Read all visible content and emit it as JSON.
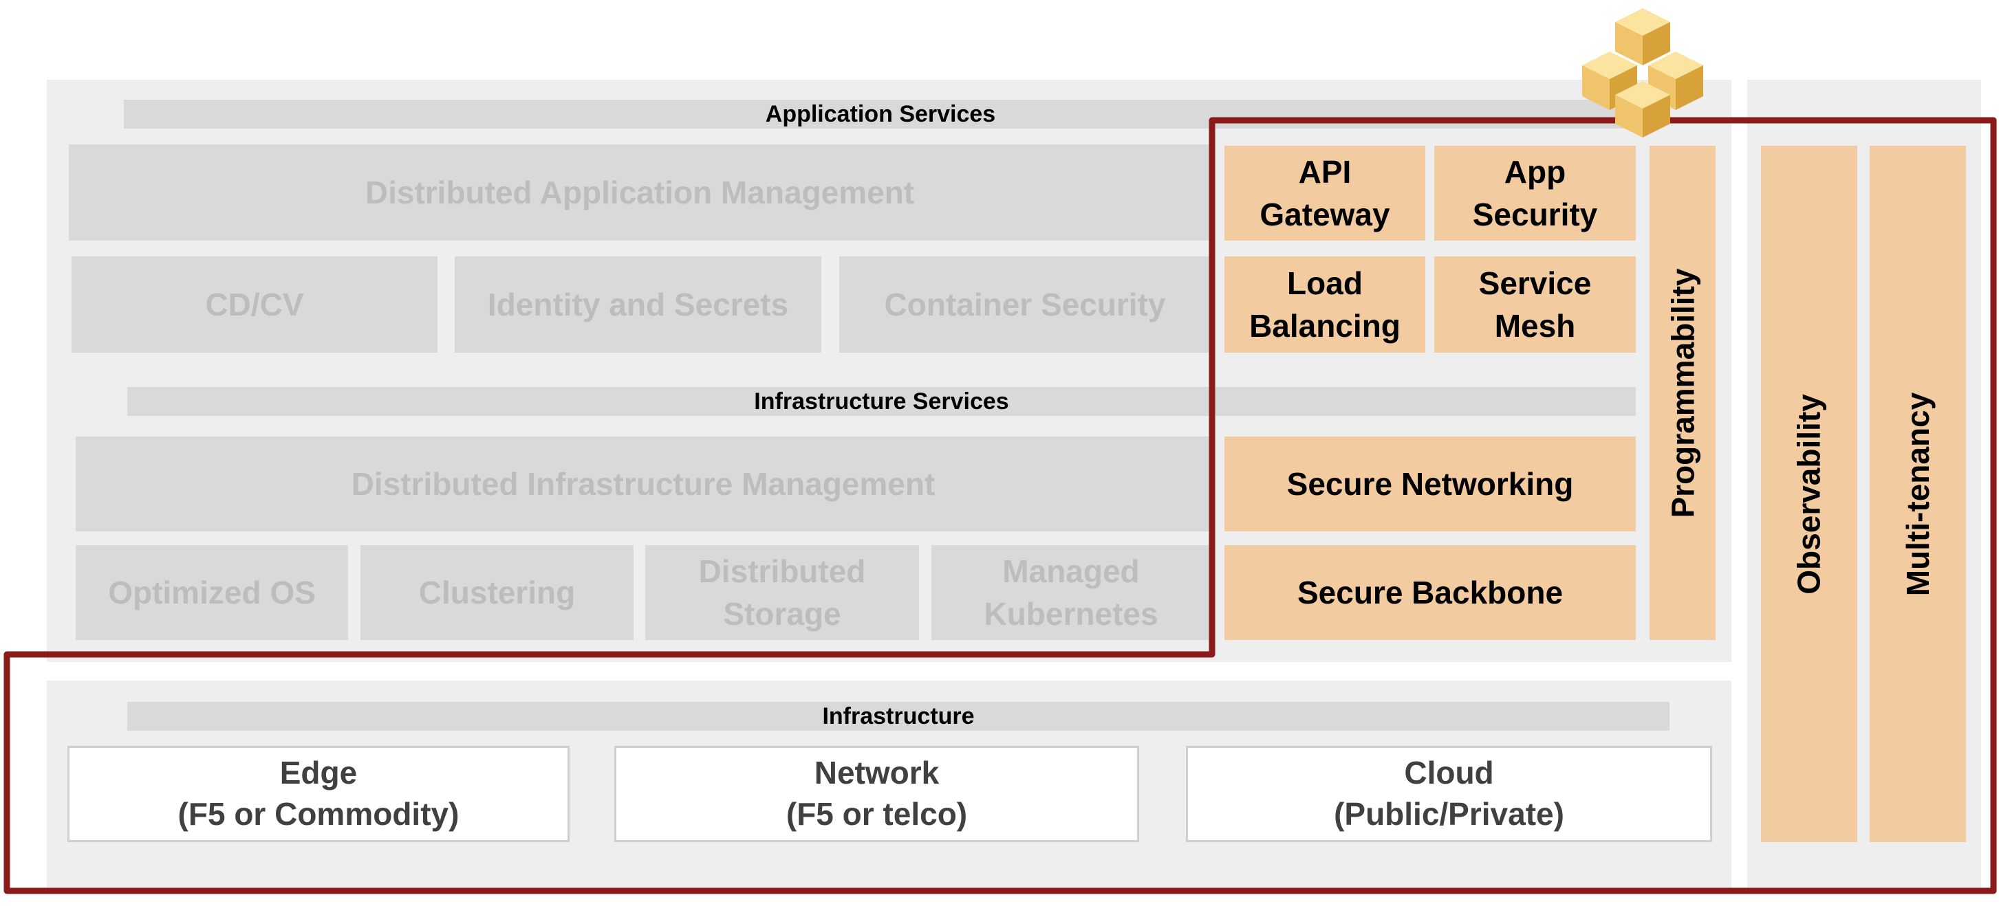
{
  "application_services": {
    "title": "Application Services",
    "distributed_app_mgmt": "Distributed Application Management",
    "cdcv": "CD/CV",
    "identity": "Identity and Secrets",
    "container_security": "Container Security",
    "api_gateway": "API\nGateway",
    "app_security": "App\nSecurity",
    "load_balancing": "Load\nBalancing",
    "service_mesh": "Service\nMesh"
  },
  "infrastructure_services": {
    "title": "Infrastructure Services",
    "distributed_infra_mgmt": "Distributed Infrastructure Management",
    "optimized_os": "Optimized OS",
    "clustering": "Clustering",
    "distributed_storage": "Distributed\nStorage",
    "managed_kubernetes": "Managed\nKubernetes",
    "secure_networking": "Secure Networking",
    "secure_backbone": "Secure Backbone"
  },
  "programmability": "Programmability",
  "observability": "Observability",
  "multi_tenancy": "Multi-tenancy",
  "infrastructure": {
    "title": "Infrastructure",
    "edge": "Edge\n(F5 or Commodity)",
    "network": "Network\n(F5 or telco)",
    "cloud": "Cloud\n(Public/Private)"
  },
  "colors": {
    "highlight_outline": "#8b1a1a",
    "orange_fill": "#f3cba0",
    "grey_fill": "#d9d9d9",
    "panel_fill": "#eeeeee",
    "cube_gold": "#e8b74c"
  },
  "icons": {
    "logo": "gold-cubes-icon"
  }
}
